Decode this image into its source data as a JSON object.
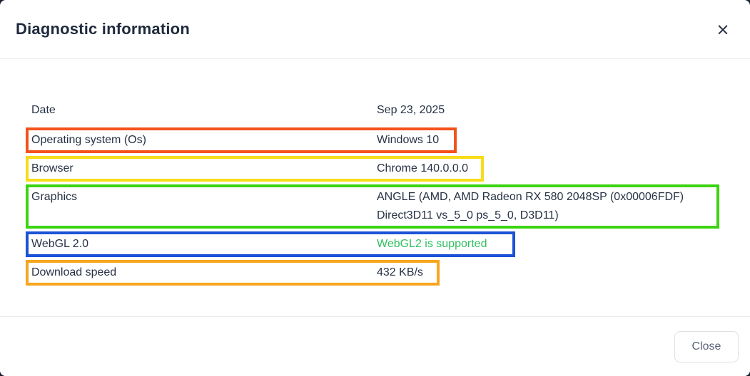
{
  "dialog": {
    "title": "Diagnostic information",
    "close_icon": "×"
  },
  "rows": [
    {
      "label": "Date",
      "value": "Sep 23, 2025",
      "border_color": null,
      "value_color": null
    },
    {
      "label": "Operating system (Os)",
      "value": "Windows 10",
      "border_color": "#f4521d",
      "value_color": null
    },
    {
      "label": "Browser",
      "value": "Chrome 140.0.0.0",
      "border_color": "#f7dc17",
      "value_color": null
    },
    {
      "label": "Graphics",
      "value": "ANGLE (AMD, AMD Radeon RX 580 2048SP (0x00006FDF) Direct3D11 vs_5_0 ps_5_0, D3D11)",
      "border_color": "#3cd412",
      "value_color": null
    },
    {
      "label": "WebGL 2.0",
      "value": "WebGL2 is supported",
      "border_color": "#1c52d8",
      "value_color": "#2ec160"
    },
    {
      "label": "Download speed",
      "value": "432 KB/s",
      "border_color": "#f7a61e",
      "value_color": null
    }
  ],
  "footer": {
    "close_label": "Close"
  },
  "colors": {
    "text": "#273245",
    "title": "#1f2a3d",
    "divider": "#ebebed",
    "success_text": "#2ec160",
    "highlight_orange_red": "#f4521d",
    "highlight_yellow": "#f7dc17",
    "highlight_green": "#3cd412",
    "highlight_blue": "#1c52d8",
    "highlight_amber": "#f7a61e"
  }
}
